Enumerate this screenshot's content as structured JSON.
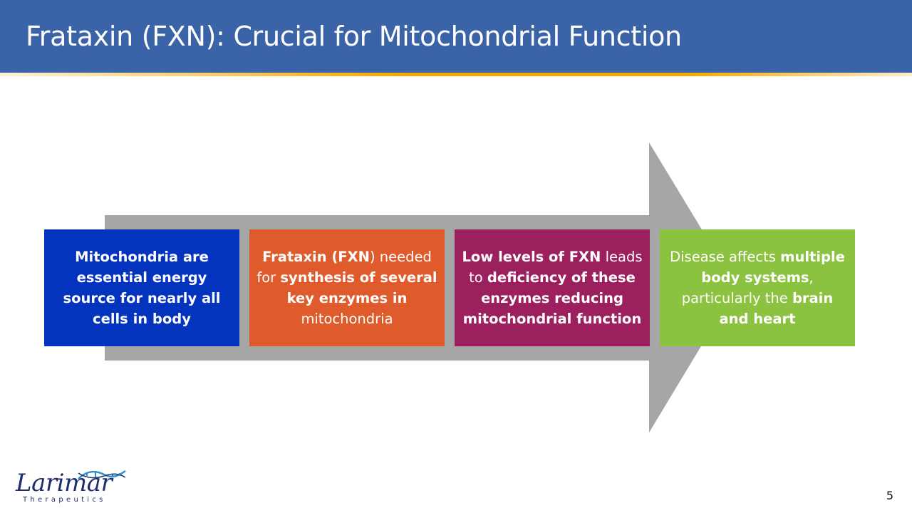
{
  "slide": {
    "title": "Frataxin (FXN): Crucial for Mitochondrial Function",
    "page_number": "5"
  },
  "colors": {
    "header": "#3a63a8",
    "accent_line": "#f2a900",
    "arrow": "#a6a6a6",
    "box1": "#0433be",
    "box2": "#e05b2b",
    "box3": "#9c1f5e",
    "box4": "#8bc23f"
  },
  "steps": [
    {
      "runs": [
        {
          "text": "Mitochondria are essential energy source for nearly all cells in body",
          "bold": true
        }
      ]
    },
    {
      "runs": [
        {
          "text": "Frataxin (FXN",
          "bold": true
        },
        {
          "text": ") needed for ",
          "bold": false
        },
        {
          "text": "synthesis of several key enzymes in",
          "bold": true
        },
        {
          "text": " mitochondria",
          "bold": false
        }
      ]
    },
    {
      "runs": [
        {
          "text": "Low levels of FXN",
          "bold": true
        },
        {
          "text": " leads to ",
          "bold": false
        },
        {
          "text": "deficiency of these enzymes reducing mitochondrial function",
          "bold": true
        }
      ]
    },
    {
      "runs": [
        {
          "text": "Disease affects ",
          "bold": false
        },
        {
          "text": "multiple body systems",
          "bold": true
        },
        {
          "text": ", particularly the ",
          "bold": false
        },
        {
          "text": "brain and heart",
          "bold": true
        }
      ]
    }
  ],
  "logo": {
    "name": "Larimar",
    "tagline": "Therapeutics"
  }
}
